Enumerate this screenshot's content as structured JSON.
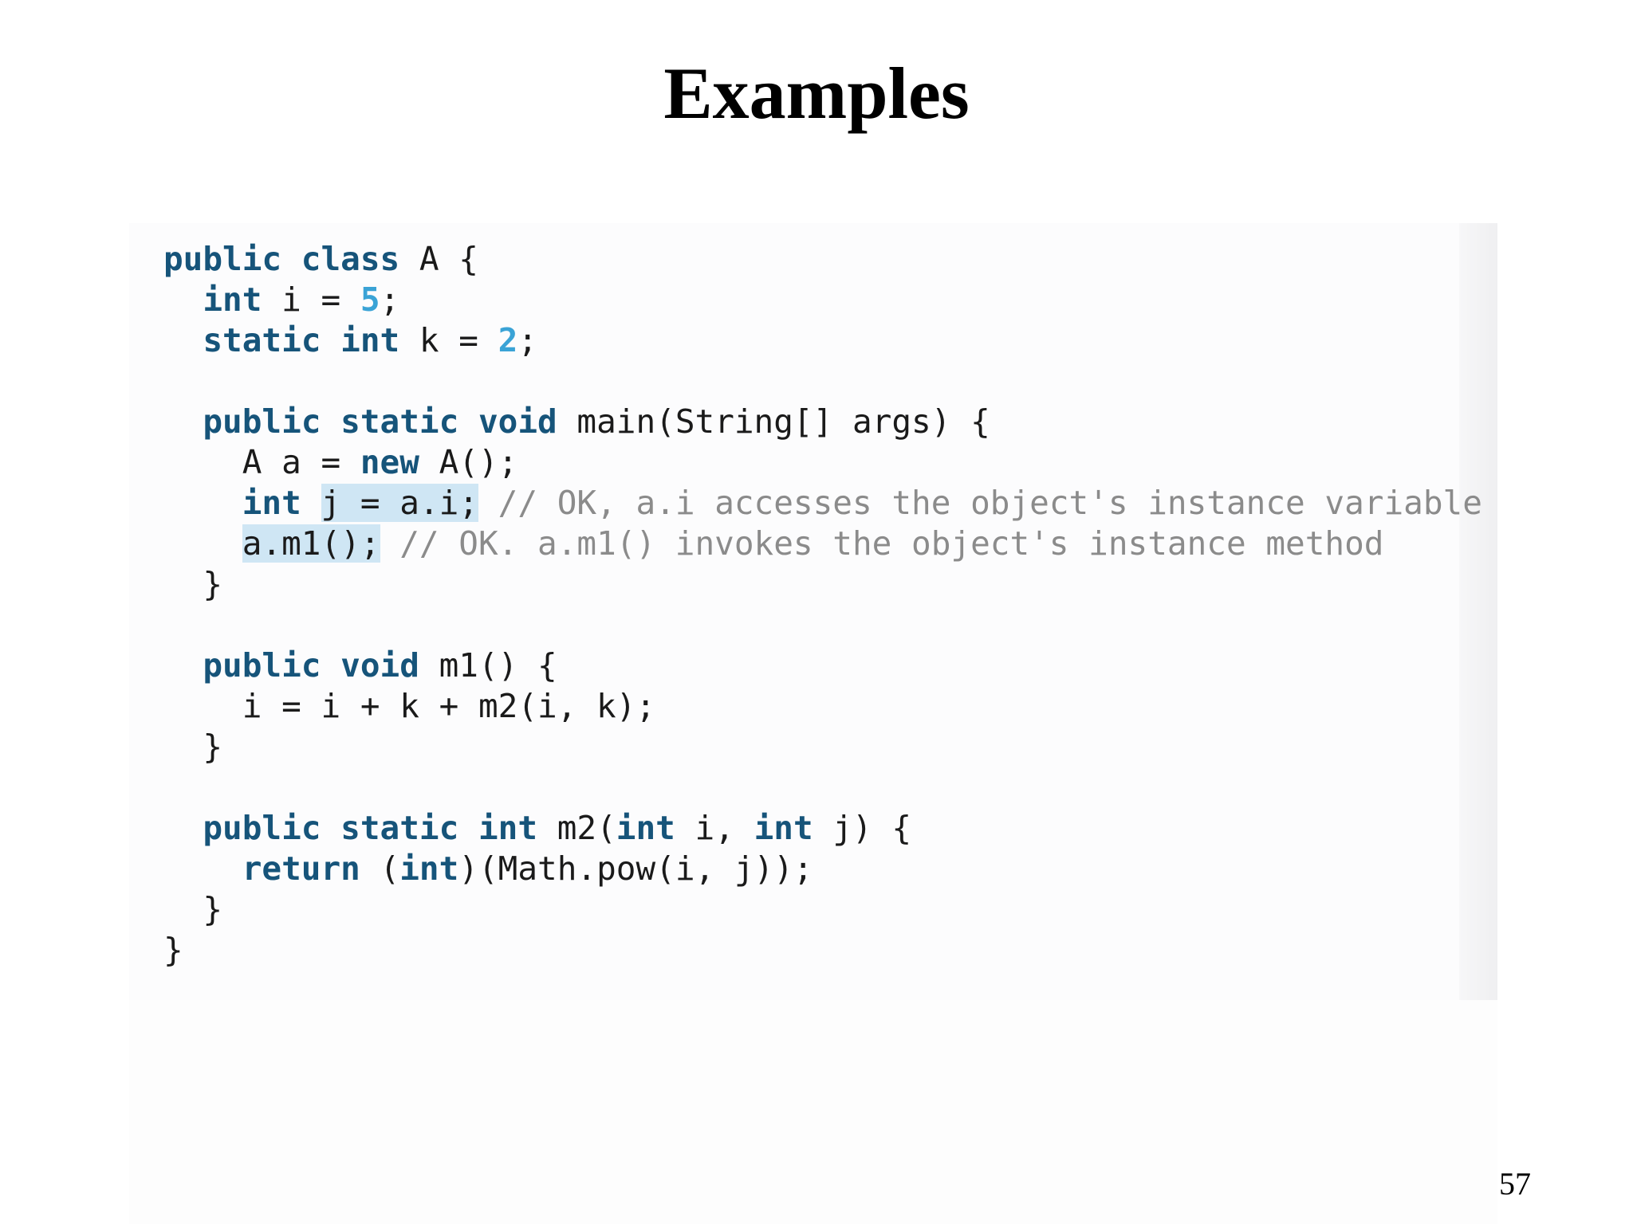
{
  "slide": {
    "title": "Examples",
    "page_number": "57"
  },
  "colors": {
    "keyword": "#16547a",
    "number": "#3aa3d6",
    "comment": "#8b8b8b",
    "highlight": "#cfe6f4",
    "text": "#1a1a1a"
  },
  "code": {
    "lines": [
      [
        {
          "t": "public",
          "k": "keyword"
        },
        {
          "t": " ",
          "k": "plain"
        },
        {
          "t": "class",
          "k": "keyword"
        },
        {
          "t": " A {",
          "k": "plain"
        }
      ],
      [
        {
          "t": "  ",
          "k": "plain"
        },
        {
          "t": "int",
          "k": "keyword"
        },
        {
          "t": " i = ",
          "k": "plain"
        },
        {
          "t": "5",
          "k": "number"
        },
        {
          "t": ";",
          "k": "plain"
        }
      ],
      [
        {
          "t": "  ",
          "k": "plain"
        },
        {
          "t": "static",
          "k": "keyword"
        },
        {
          "t": " ",
          "k": "plain"
        },
        {
          "t": "int",
          "k": "keyword"
        },
        {
          "t": " k = ",
          "k": "plain"
        },
        {
          "t": "2",
          "k": "number"
        },
        {
          "t": ";",
          "k": "plain"
        }
      ],
      [],
      [
        {
          "t": "  ",
          "k": "plain"
        },
        {
          "t": "public",
          "k": "keyword"
        },
        {
          "t": " ",
          "k": "plain"
        },
        {
          "t": "static",
          "k": "keyword"
        },
        {
          "t": " ",
          "k": "plain"
        },
        {
          "t": "void",
          "k": "keyword"
        },
        {
          "t": " main(String[] args) {",
          "k": "plain"
        }
      ],
      [
        {
          "t": "    A a = ",
          "k": "plain"
        },
        {
          "t": "new",
          "k": "keyword"
        },
        {
          "t": " A();",
          "k": "plain"
        }
      ],
      [
        {
          "t": "    ",
          "k": "plain"
        },
        {
          "t": "int",
          "k": "keyword"
        },
        {
          "t": " ",
          "k": "plain"
        },
        {
          "t": "j = a.i;",
          "k": "plain",
          "hl": true
        },
        {
          "t": " // OK, a.i accesses the object's instance variable",
          "k": "comment"
        }
      ],
      [
        {
          "t": "    ",
          "k": "plain"
        },
        {
          "t": "a.m1();",
          "k": "plain",
          "hl": true
        },
        {
          "t": " // OK. a.m1() invokes the object's instance method",
          "k": "comment"
        }
      ],
      [
        {
          "t": "  }",
          "k": "plain"
        }
      ],
      [],
      [
        {
          "t": "  ",
          "k": "plain"
        },
        {
          "t": "public",
          "k": "keyword"
        },
        {
          "t": " ",
          "k": "plain"
        },
        {
          "t": "void",
          "k": "keyword"
        },
        {
          "t": " m1() {",
          "k": "plain"
        }
      ],
      [
        {
          "t": "    i = i + k + m2(i, k);",
          "k": "plain"
        }
      ],
      [
        {
          "t": "  }",
          "k": "plain"
        }
      ],
      [],
      [
        {
          "t": "  ",
          "k": "plain"
        },
        {
          "t": "public",
          "k": "keyword"
        },
        {
          "t": " ",
          "k": "plain"
        },
        {
          "t": "static",
          "k": "keyword"
        },
        {
          "t": " ",
          "k": "plain"
        },
        {
          "t": "int",
          "k": "keyword"
        },
        {
          "t": " m2(",
          "k": "plain"
        },
        {
          "t": "int",
          "k": "keyword"
        },
        {
          "t": " i, ",
          "k": "plain"
        },
        {
          "t": "int",
          "k": "keyword"
        },
        {
          "t": " j) {",
          "k": "plain"
        }
      ],
      [
        {
          "t": "    ",
          "k": "plain"
        },
        {
          "t": "return",
          "k": "keyword"
        },
        {
          "t": " (",
          "k": "plain"
        },
        {
          "t": "int",
          "k": "keyword"
        },
        {
          "t": ")(Math.pow(i, j));",
          "k": "plain"
        }
      ],
      [
        {
          "t": "  }",
          "k": "plain"
        }
      ],
      [
        {
          "t": "}",
          "k": "plain"
        }
      ]
    ]
  }
}
